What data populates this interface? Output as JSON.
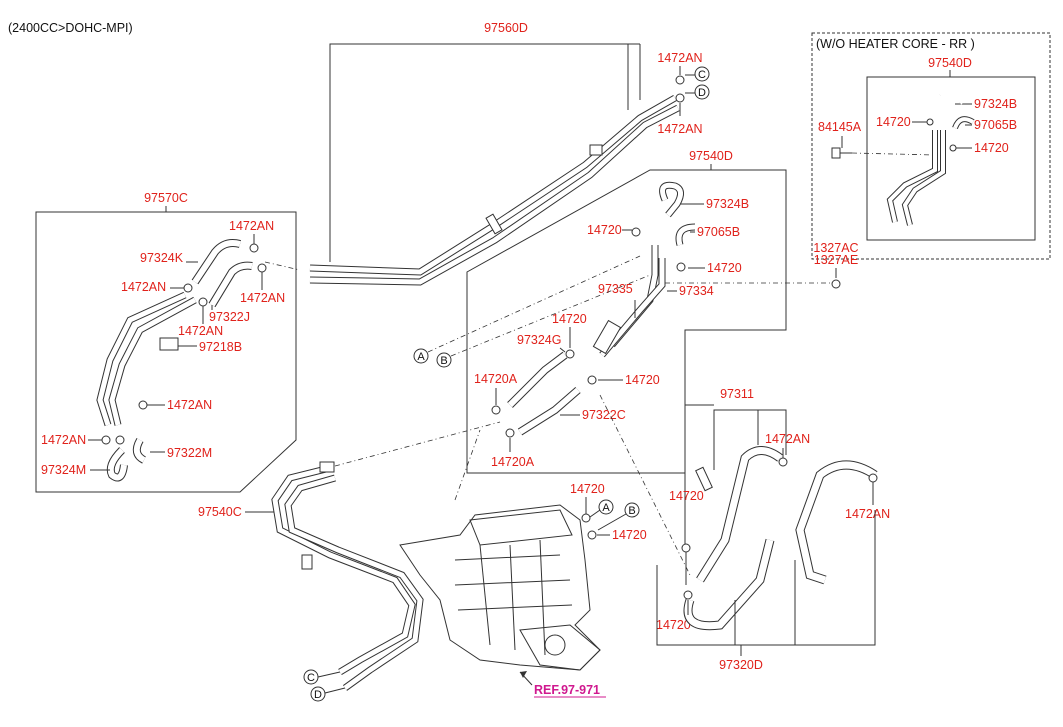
{
  "header": {
    "engine": "(2400CC>DOHC-MPI)"
  },
  "optional_box": {
    "title": "(W/O HEATER CORE - RR )"
  },
  "reference": {
    "label": "REF.97-971"
  },
  "labels": {
    "p97560D": "97560D",
    "p1472AN_c": "1472AN",
    "p1472AN_d": "1472AN",
    "p97540D_rr": "97540D",
    "p84145A": "84145A",
    "p14720_rr1": "14720",
    "p97324B_rr": "97324B",
    "p97065B_rr": "97065B",
    "p14720_rr2": "14720",
    "p97540D": "97540D",
    "p97324B": "97324B",
    "p14720_a": "14720",
    "p97065B": "97065B",
    "p14720_b": "14720",
    "p1327AC": "1327AC",
    "p1327AE": "1327AE",
    "p97335": "97335",
    "p97334": "97334",
    "p14720_c": "14720",
    "p97324G": "97324G",
    "p14720A_1": "14720A",
    "p14720_d": "14720",
    "p97322C": "97322C",
    "p14720A_2": "14720A",
    "p97570C": "97570C",
    "p1472AN_1": "1472AN",
    "p97324K": "97324K",
    "p1472AN_2": "1472AN",
    "p1472AN_3": "1472AN",
    "p97322J": "97322J",
    "p1472AN_4": "1472AN",
    "p97218B": "97218B",
    "p1472AN_5": "1472AN",
    "p1472AN_6": "1472AN",
    "p97322M": "97322M",
    "p97324M": "97324M",
    "p97540C": "97540C",
    "p14720_e": "14720",
    "p14720_f": "14720",
    "p97311": "97311",
    "p1472AN_7": "1472AN",
    "p14720_g": "14720",
    "p1472AN_8": "1472AN",
    "p14720_h": "14720",
    "p97320D": "97320D"
  },
  "connectors": {
    "a": "A",
    "b": "B",
    "c": "C",
    "d": "D"
  },
  "colors": {
    "part_label": "#e0221b",
    "reference": "#d0198f",
    "line": "#333333"
  }
}
